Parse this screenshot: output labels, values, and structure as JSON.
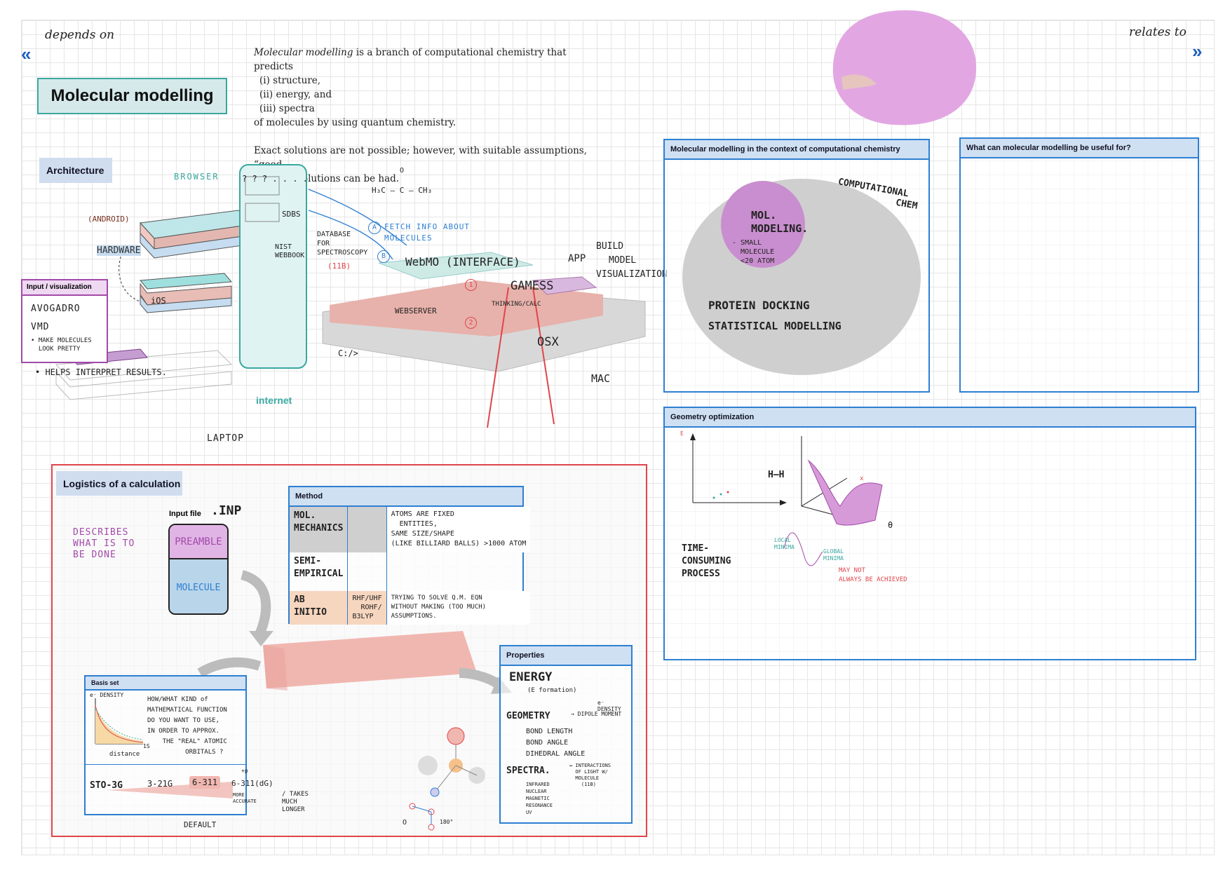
{
  "header": {
    "left_label": "depends on",
    "right_label": "relates to",
    "left_nav_icon": "double-chevron-left-icon",
    "right_nav_icon": "double-chevron-right-icon"
  },
  "title": "Molecular modelling",
  "intro": {
    "line1_em": "Molecular modelling",
    "line1_rest": " is a branch of computational chemistry that predicts",
    "items": [
      "(i) structure,",
      "(ii) energy, and",
      "(iii) spectra"
    ],
    "line5": "of molecules by using quantum chemistry.",
    "para2_a": "Exact solutions are not possible; however, with suitable assumptions, “good",
    "para2_b": "enough” solutions can be had."
  },
  "architecture": {
    "label": "Architecture",
    "browser": "BROWSER",
    "android": "(ANDROID)",
    "hardware": "HARDWARE",
    "ios": "iOS",
    "laptop": "LAPTOP",
    "helps": "• HELPS INTERPRET RESULTS.",
    "internet": "internet",
    "top_marks": "? ? ? . . . . .",
    "sdbs": "SDBS",
    "nist": "NIST\nWEBBOOK",
    "database": "DATABASE\nFOR\nSPECTROSCOPY",
    "database_ref": "(11B)",
    "molecule_formula_top": "O",
    "molecule_formula": "H₃C — C — CH₃",
    "fetch_a": "A",
    "fetch": "FETCH INFO ABOUT\nMOLECULES",
    "b_marker": "B",
    "webmo": "WebMO (INTERFACE)",
    "app": "APP",
    "app_items": [
      "BUILD",
      "MODEL",
      "VISUALIZATION"
    ],
    "games": "GAMESS",
    "thinking": "THINKING/CALC",
    "webserver": "WEBSERVER",
    "step1": "1",
    "step2": "2",
    "osx": "OSX",
    "mac": "MAC",
    "cprompt": "C:/>"
  },
  "input_viz": {
    "label": "Input / visualization",
    "items": [
      "AVOGADRO",
      "VMD"
    ],
    "note": "• MAKE MOLECULES\n  LOOK PRETTY"
  },
  "logistics": {
    "label": "Logistics of a calculation",
    "input_file_label": "Input file",
    "inp": ".INP",
    "describes": "DESCRIBES\nWHAT IS TO\nBE DONE",
    "preamble": "PREAMBLE",
    "molecule": "MOLECULE",
    "method": {
      "header": "Method",
      "rows": [
        {
          "name": "MOL.\nMECHANICS",
          "variants": "",
          "desc": "ATOMS ARE FIXED\n  ENTITIES,\nSAME SIZE/SHAPE\n(LIKE BILLIARD BALLS) >1000 ATOM"
        },
        {
          "name": "SEMI-\nEMPIRICAL",
          "variants": "",
          "desc": ""
        },
        {
          "name": "AB\nINITIO",
          "variants": "RHF/UHF\n  ROHF/\nB3LYP",
          "desc": "TRYING TO SOLVE Q.M. EQN\nWITHOUT MAKING (TOO MUCH)\nASSUMPTIONS."
        }
      ]
    },
    "basis": {
      "header": "Basis set",
      "density_label": "e⁻ DENSITY",
      "distance": "distance",
      "one_s": "1S",
      "question": "HOW/WHAT KIND of\nMATHEMATICAL FUNCTION\nDO YOU WANT TO USE,\nIN ORDER TO APPROX.\n    THE \"REAL\" ATOMIC\n          ORBITALS ?",
      "sets": [
        "STO-3G",
        "3-21G",
        "6-311",
        "6-311(dG)"
      ],
      "superscript": "+p",
      "more_accurate": "MORE\nACCURATE",
      "takes_longer": "/ TAKES\nMUCH\nLONGER",
      "default": "DEFAULT"
    },
    "properties": {
      "header": "Properties",
      "energy": "ENERGY",
      "energy_sub": "(E formation)",
      "e_density": "e⁻ DENSITY",
      "dipole": "→ DIPOLE MOMENT",
      "geometry": "GEOMETRY",
      "geo_items": [
        "BOND LENGTH",
        "BOND ANGLE",
        "DIHEDRAL ANGLE"
      ],
      "spectra": "SPECTRA.",
      "spectra_note": "↔ INTERACTIONS\n  OF LIGHT W/\n  MOLECULE\n    (11B)",
      "spec_items": [
        "INFRARED",
        "NUCLEAR\nMAGNETIC\nRESONANCE",
        "UV"
      ],
      "angle": "180°",
      "mol_label": "O"
    }
  },
  "context_panel": {
    "header": "Molecular modelling in the context of computational chemistry",
    "comp_chem": "COMPUTATIONAL\n           CHEM",
    "mol_mod": "MOL.\nMODELING.",
    "small": "- SMALL\n  MOLECULE\n  <20 ATOM",
    "protein": "PROTEIN DOCKING",
    "stat": "STATISTICAL MODELLING"
  },
  "useful_panel": {
    "header": "What can molecular modelling be useful for?"
  },
  "geometry_panel": {
    "header": "Geometry optimization",
    "e_axis": "E",
    "hh": "H—H",
    "time": "TIME-\nCONSUMING\nPROCESS",
    "local": "LOCAL\nMINIMA",
    "global": "GLOBAL\nMINIMA",
    "may_not": "MAY NOT\nALWAYS BE ACHIEVED",
    "theta": "θ",
    "x_label": "x"
  },
  "colors": {
    "accent_blue": "#2e7fd1",
    "teal": "#3aa8a0",
    "purple": "#a24aa8",
    "red_frame": "#e0454a",
    "salmon": "#e9b0aa"
  }
}
